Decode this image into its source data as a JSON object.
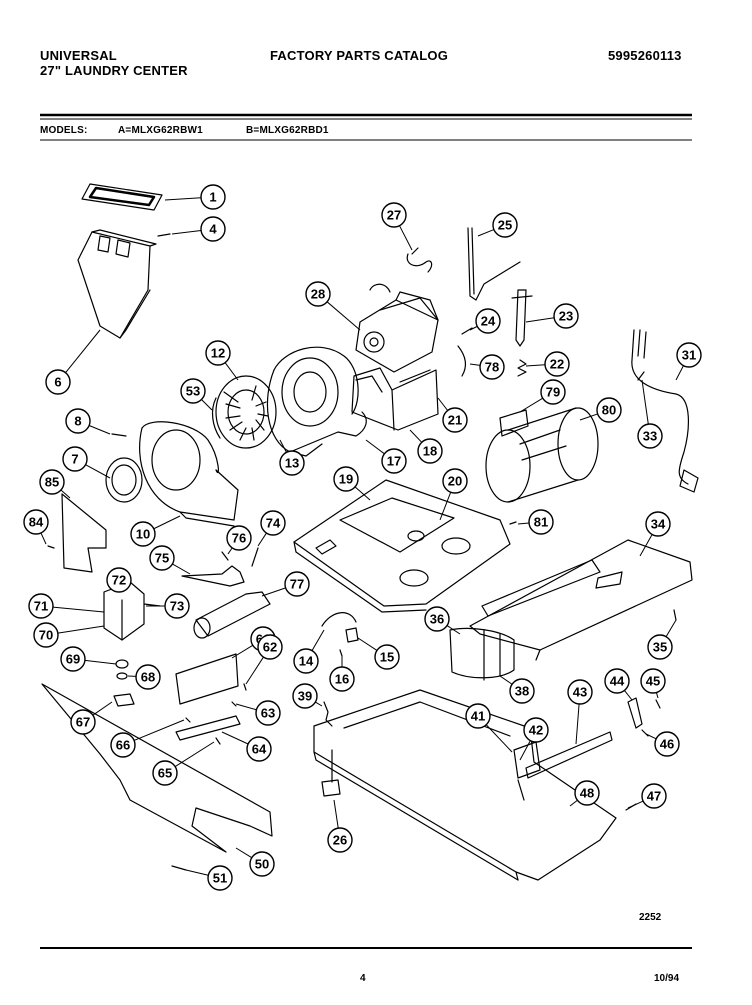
{
  "header": {
    "brand": "UNIVERSAL",
    "product": "27\" LAUNDRY CENTER",
    "title": "FACTORY PARTS CATALOG",
    "catalog_number": "5995260113"
  },
  "models": {
    "label": "MODELS:",
    "model_a": "A=MLXG62RBW1",
    "model_b": "B=MLXG62RBD1"
  },
  "diagram": {
    "callouts": [
      "1",
      "4",
      "6",
      "27",
      "25",
      "28",
      "24",
      "23",
      "12",
      "53",
      "22",
      "31",
      "78",
      "79",
      "80",
      "8",
      "21",
      "33",
      "13",
      "17",
      "18",
      "7",
      "19",
      "20",
      "85",
      "84",
      "10",
      "76",
      "74",
      "81",
      "34",
      "75",
      "77",
      "72",
      "71",
      "73",
      "36",
      "14",
      "15",
      "35",
      "61",
      "70",
      "62",
      "69",
      "68",
      "16",
      "38",
      "44",
      "45",
      "67",
      "39",
      "41",
      "43",
      "63",
      "66",
      "42",
      "46",
      "64",
      "65",
      "47",
      "48",
      "50",
      "51",
      "26"
    ],
    "figure_number": "2252"
  },
  "footer": {
    "page": "4",
    "date": "10/94"
  }
}
